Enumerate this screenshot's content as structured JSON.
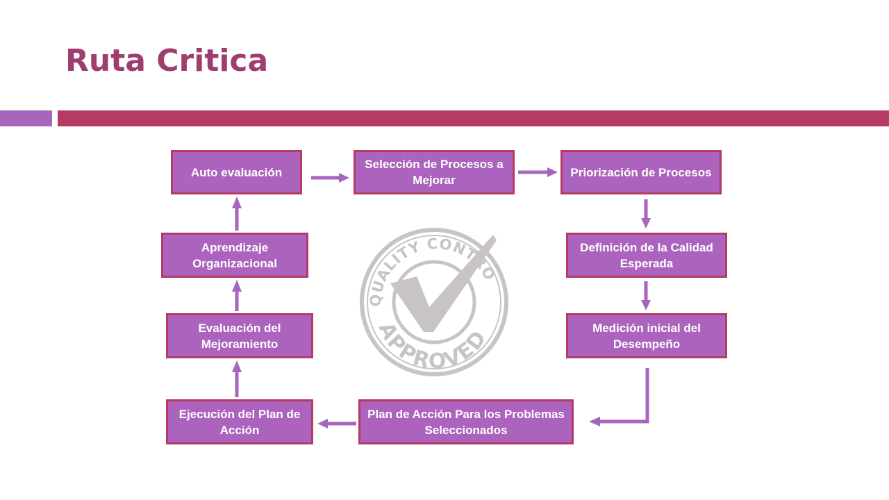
{
  "slide": {
    "title": "Ruta Critica"
  },
  "diagram": {
    "steps": [
      {
        "id": "auto-evaluacion",
        "label": "Auto evaluación"
      },
      {
        "id": "seleccion-procesos",
        "label": "Selección de Procesos a Mejorar"
      },
      {
        "id": "priorizacion-procesos",
        "label": "Priorización de Procesos"
      },
      {
        "id": "definicion-calidad",
        "label": "Definición de la Calidad Esperada"
      },
      {
        "id": "medicion-inicial",
        "label": "Medición inicial del Desempeño"
      },
      {
        "id": "plan-accion-problemas",
        "label": "Plan de Acción Para los Problemas Seleccionados"
      },
      {
        "id": "ejecucion-plan",
        "label": "Ejecución del Plan de Acción"
      },
      {
        "id": "evaluacion-mejoramiento",
        "label": "Evaluación del Mejoramiento"
      },
      {
        "id": "aprendizaje-organizacional",
        "label": "Aprendizaje Organizacional"
      }
    ],
    "flow": [
      [
        "auto-evaluacion",
        "seleccion-procesos"
      ],
      [
        "seleccion-procesos",
        "priorizacion-procesos"
      ],
      [
        "priorizacion-procesos",
        "definicion-calidad"
      ],
      [
        "definicion-calidad",
        "medicion-inicial"
      ],
      [
        "medicion-inicial",
        "plan-accion-problemas"
      ],
      [
        "plan-accion-problemas",
        "ejecucion-plan"
      ],
      [
        "ejecucion-plan",
        "evaluacion-mejoramiento"
      ],
      [
        "evaluacion-mejoramiento",
        "aprendizaje-organizacional"
      ],
      [
        "aprendizaje-organizacional",
        "auto-evaluacion"
      ]
    ]
  },
  "stamp": {
    "top_text": "QUALITY CONTROL",
    "bottom_text": "APPROVED",
    "color": "#c8c4c6"
  },
  "colors": {
    "title": "#9e3d6e",
    "box_fill": "#ab63bd",
    "box_border": "#b63a66",
    "arrow": "#a865be",
    "bar_left": "#a865be",
    "bar_right": "#b63a66"
  }
}
